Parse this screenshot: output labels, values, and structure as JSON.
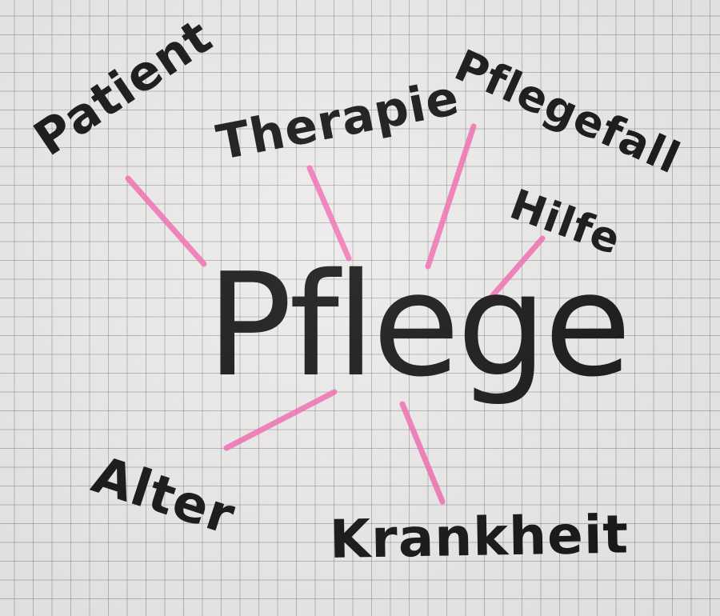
{
  "mindmap": {
    "center": "Pflege",
    "branches": [
      "Patient",
      "Therapie",
      "Pflegefall",
      "Hilfe",
      "Alter",
      "Krankheit"
    ]
  },
  "colors": {
    "paper": "#ecebea",
    "grid": "#8a8a90",
    "ink": "#141414",
    "connector": "#f36ab0"
  }
}
